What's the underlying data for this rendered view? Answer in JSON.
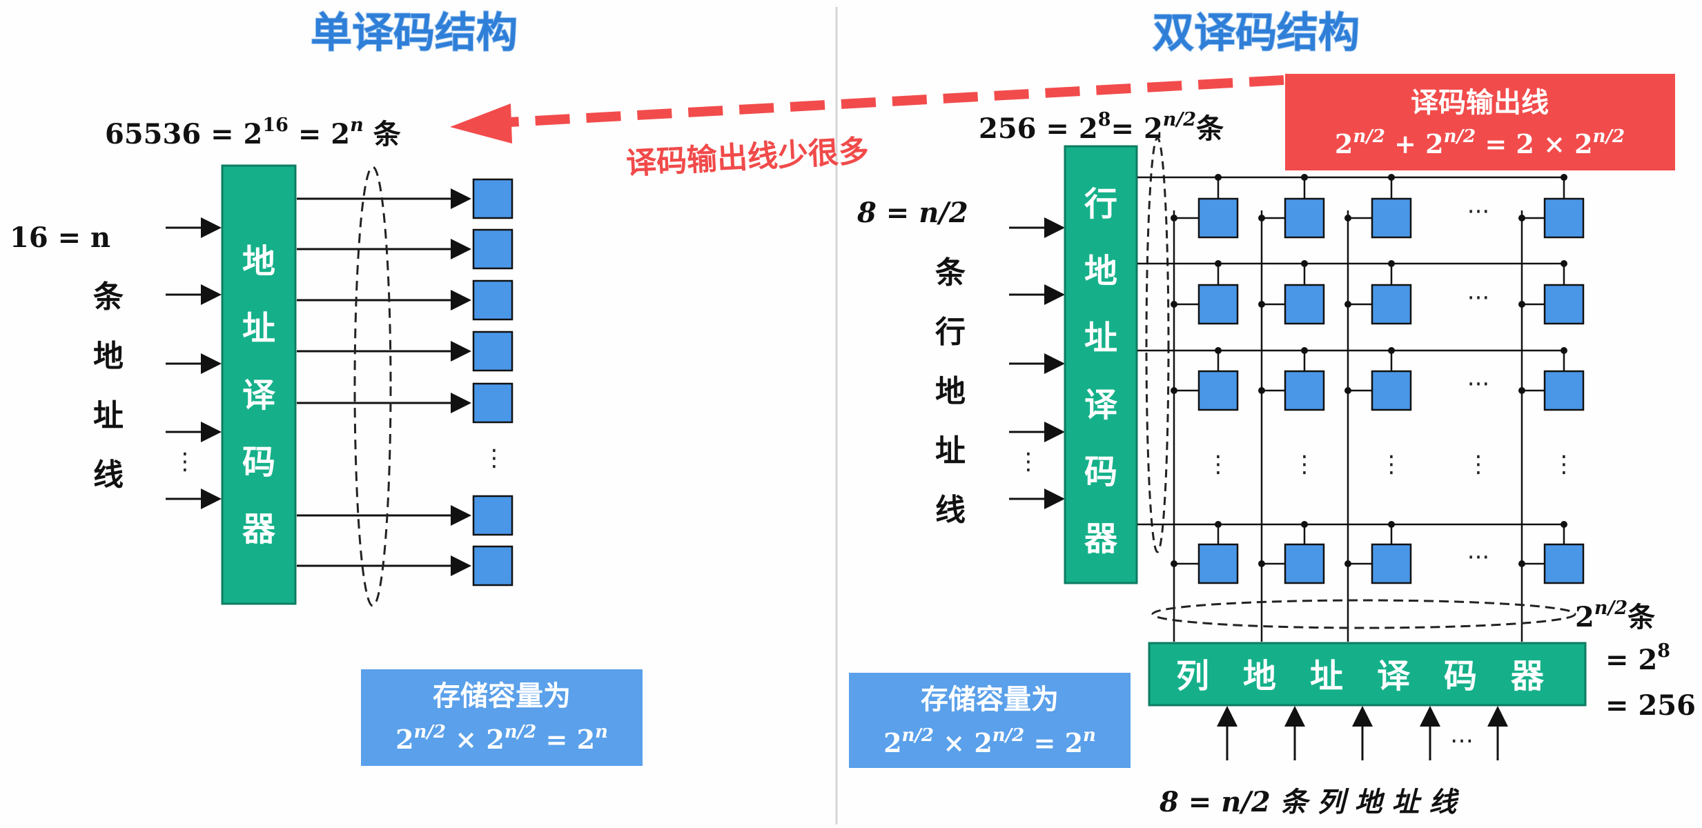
{
  "left": {
    "title": "单译码结构",
    "top_formula": {
      "base1": "65536 = 2",
      "exp1": "16",
      "mid": " = 2",
      "exp2": "n",
      "tail": " 条"
    },
    "input_label_formula": "16 = n",
    "input_label_chars": [
      "条",
      "地",
      "址",
      "线"
    ],
    "decoder_chars": [
      "地",
      "址",
      "译",
      "码",
      "器"
    ],
    "capacity_title": "存储容量为",
    "capacity_formula": {
      "a": "2",
      "ae": "n/2",
      "op": " × 2",
      "be": "n/2",
      "eq": " = 2",
      "ce": "n"
    }
  },
  "arrow_note": "译码输出线少很多",
  "right": {
    "title": "双译码结构",
    "top_formula": {
      "base1": "256 = 2",
      "exp1": "8",
      "mid": "= 2",
      "exp2": "n/2",
      "tail": "条"
    },
    "red_box_title": "译码输出线",
    "red_box_formula": {
      "a": "2",
      "ae": "n/2",
      "op1": " + 2",
      "be": "n/2",
      "op2": " = 2 × 2",
      "ce": "n/2"
    },
    "input_label_formula": "8 = n/2",
    "input_label_chars": [
      "条",
      "行",
      "地",
      "址",
      "线"
    ],
    "row_decoder_chars": [
      "行",
      "地",
      "址",
      "译",
      "码",
      "器"
    ],
    "col_decoder_chars": [
      "列",
      "地",
      "址",
      "译",
      "码",
      "器"
    ],
    "col_count_label": {
      "a": "2",
      "ae": "n/2",
      "tail": "条",
      "line2": "= 2",
      "line2e": "8",
      "line3": "= 256"
    },
    "bottom_label": "8 = n/2 条 列 地 址 线",
    "capacity_title": "存储容量为",
    "capacity_formula": {
      "a": "2",
      "ae": "n/2",
      "op": " × 2",
      "be": "n/2",
      "eq": " = 2",
      "ce": "n"
    }
  },
  "colors": {
    "decoder": "#15b08a",
    "cell": "#4a97e8",
    "title": "#2f7fd8",
    "red": "#f24b4b",
    "capacity_box": "#5aa0ea"
  }
}
